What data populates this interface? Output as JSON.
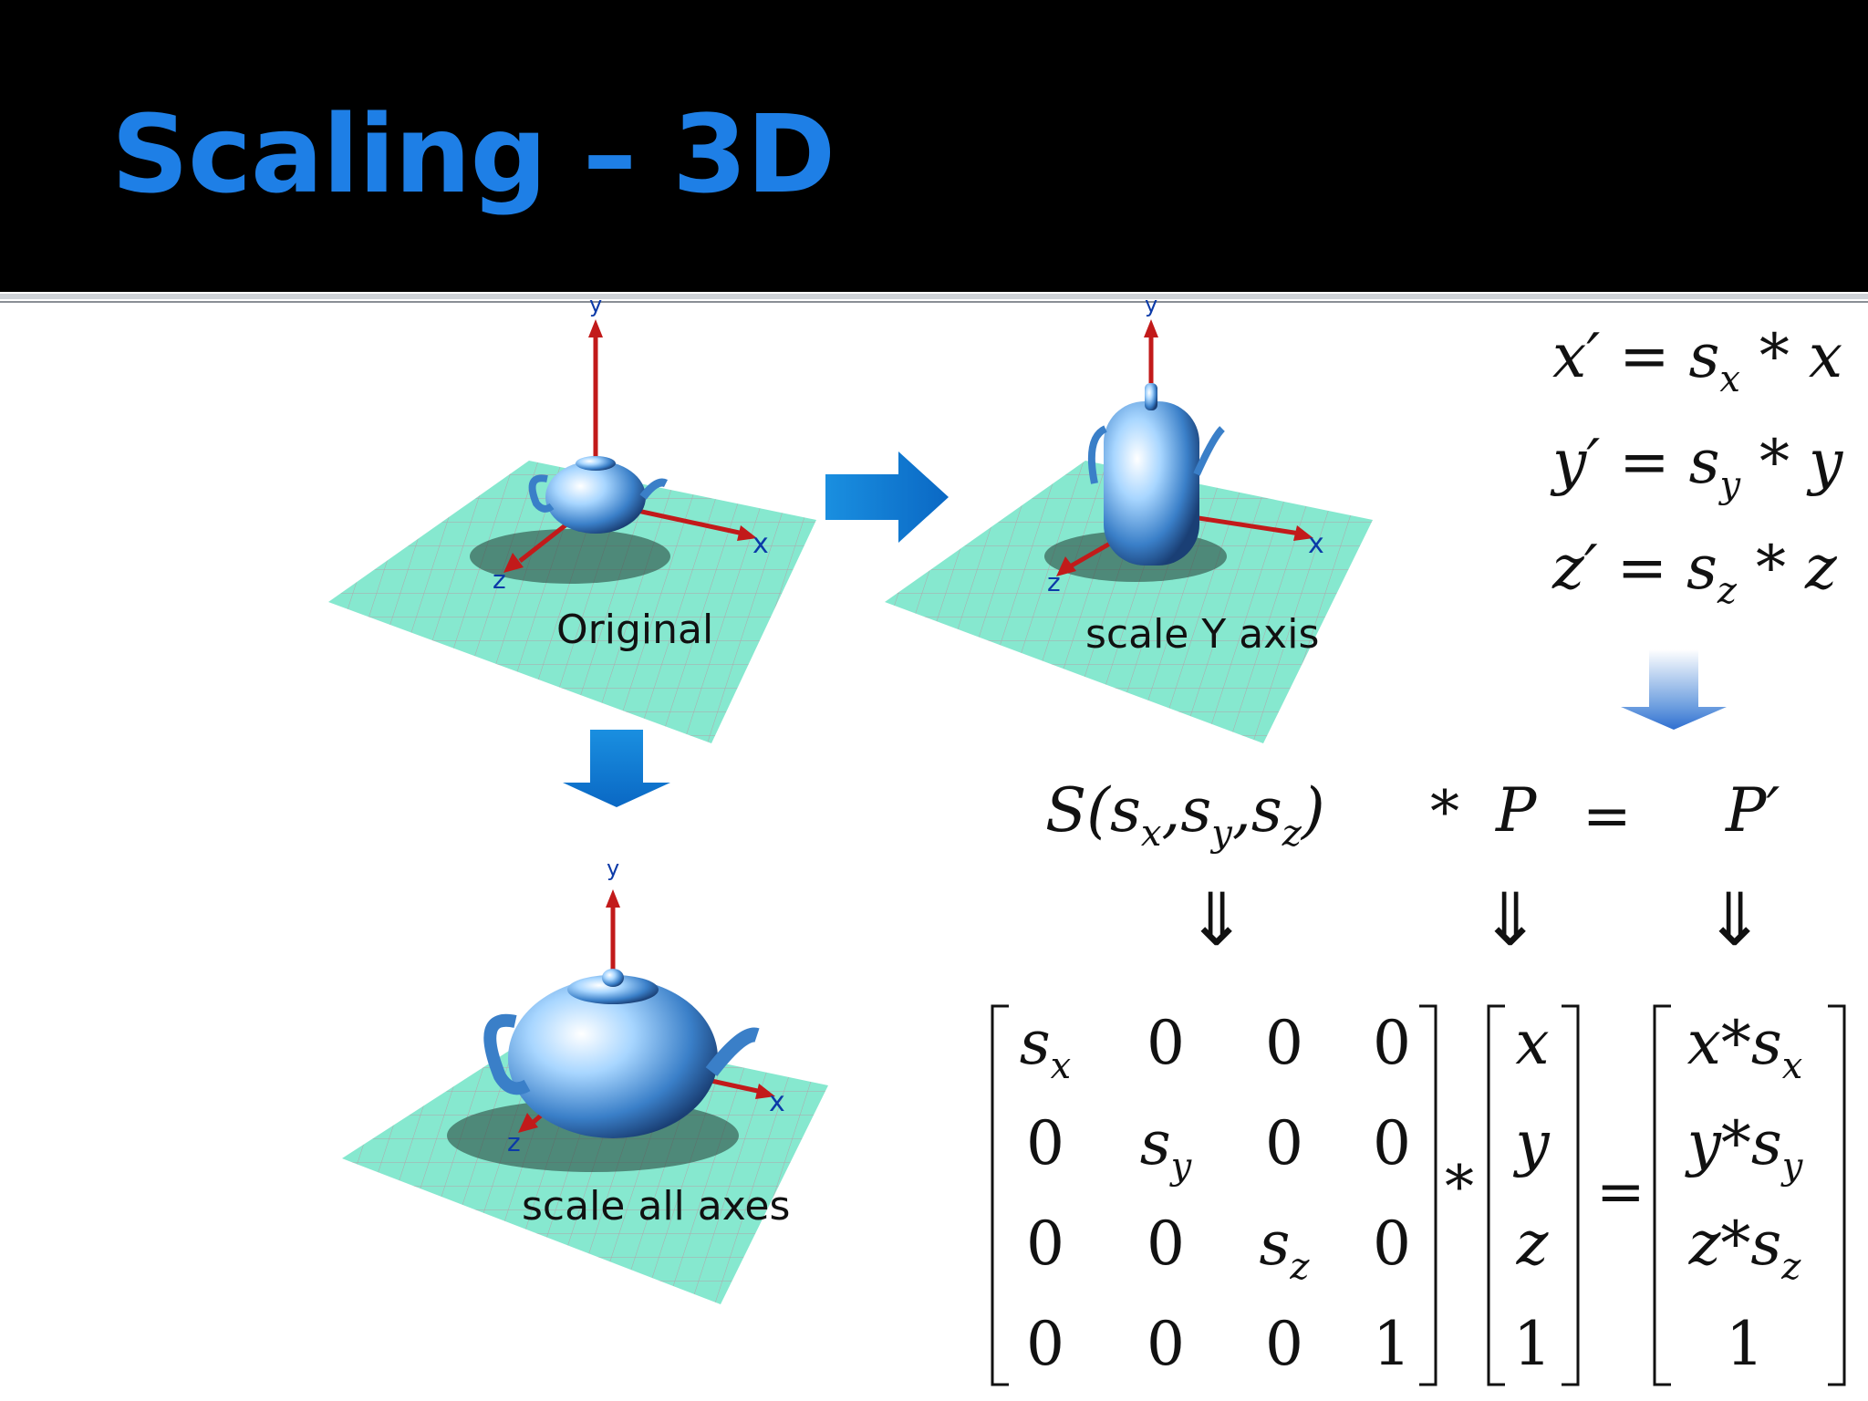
{
  "slide": {
    "title": "Scaling – 3D",
    "captions": {
      "original": "Original",
      "scale_y": "scale Y axis",
      "scale_all": "scale all axes"
    },
    "axis_labels": {
      "y": "y",
      "x": "x",
      "z": "z"
    },
    "equations": [
      {
        "lhs": "x′",
        "s": "s",
        "sub": "x",
        "var": "x"
      },
      {
        "lhs": "y′",
        "s": "s",
        "sub": "y",
        "var": "y"
      },
      {
        "lhs": "z′",
        "s": "s",
        "sub": "z",
        "var": "z"
      }
    ],
    "operation": {
      "S": "S(",
      "sx": "s",
      "sx_sub": "x",
      "sy": "s",
      "sy_sub": "y",
      "sz": "s",
      "sz_sub": "z",
      "close": ")",
      "times": "*",
      "P": "P",
      "equals": "=",
      "Pprime": "P′",
      "implies": "⇓"
    },
    "matrix": [
      [
        "sx",
        "0",
        "0",
        "0"
      ],
      [
        "0",
        "sy",
        "0",
        "0"
      ],
      [
        "0",
        "0",
        "sz",
        "0"
      ],
      [
        "0",
        "0",
        "0",
        "1"
      ]
    ],
    "matrix_cells": {
      "s": "s",
      "x": "x",
      "y": "y",
      "z": "z",
      "zero": "0",
      "one": "1"
    },
    "vector_p": [
      "x",
      "y",
      "z",
      "1"
    ],
    "vector_result": [
      {
        "a": "x",
        "op": "*",
        "s": "s",
        "sub": "x"
      },
      {
        "a": "y",
        "op": "*",
        "s": "s",
        "sub": "y"
      },
      {
        "a": "z",
        "op": "*",
        "s": "s",
        "sub": "z"
      },
      {
        "a": "1"
      }
    ],
    "star": "*",
    "eqsign": "=",
    "colors": {
      "title": "#1e7fe6",
      "arrow": "#0b7fd8",
      "grid": "#7fe0c8",
      "axis": "#c21a1a"
    }
  }
}
